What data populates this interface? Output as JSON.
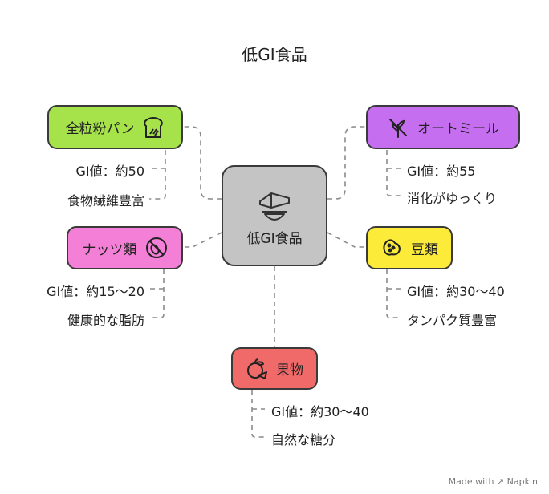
{
  "title": "低GI食品",
  "center": {
    "label": "低GI食品",
    "icon": "food-plate-icon"
  },
  "nodes": [
    {
      "label": "全粒粉パン",
      "icon": "bread-icon",
      "color": "#a6e34a",
      "items": [
        "GI値：約50",
        "食物繊維豊富"
      ]
    },
    {
      "label": "オートミール",
      "icon": "no-wheat-icon",
      "color": "#c56ef0",
      "items": [
        "GI値：約55",
        "消化がゆっくり"
      ]
    },
    {
      "label": "ナッツ類",
      "icon": "no-nuts-icon",
      "color": "#f47fd6",
      "items": [
        "GI値：約15〜20",
        "健康的な脂肪"
      ]
    },
    {
      "label": "豆類",
      "icon": "beans-icon",
      "color": "#fdeb3a",
      "items": [
        "GI値：約30〜40",
        "タンパク質豊富"
      ]
    },
    {
      "label": "果物",
      "icon": "fruit-icon",
      "color": "#f06a6a",
      "items": [
        "GI値：約30〜40",
        "自然な糖分"
      ]
    }
  ],
  "credit": "Made with ↗ Napkin"
}
